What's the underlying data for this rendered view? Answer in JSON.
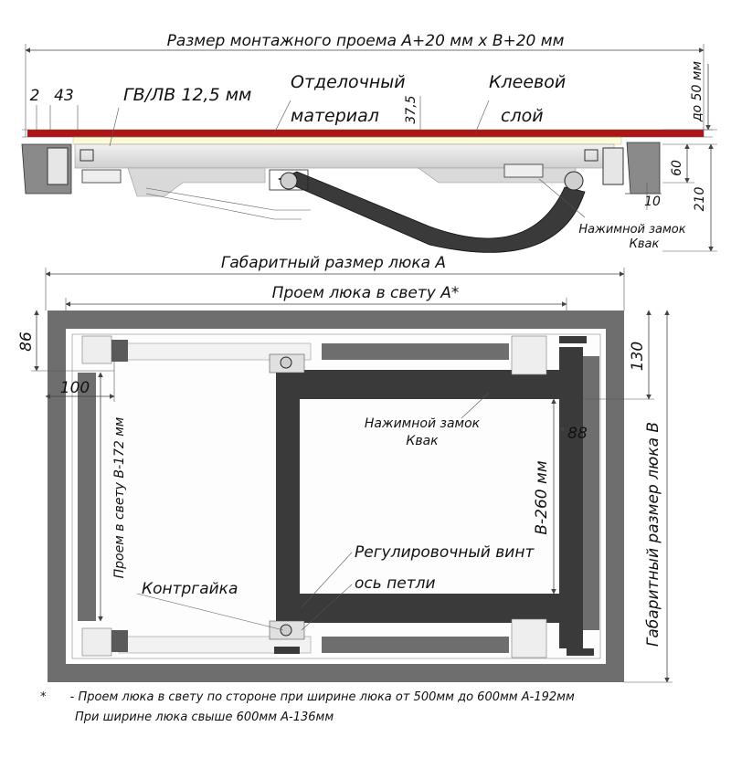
{
  "section_view": {
    "mounting_opening": "Размер монтажного проема А+20 мм х В+20 мм",
    "dim_2": "2",
    "dim_43": "43",
    "board_label": "ГВ/ЛВ 12,5 мм",
    "finishing_line1": "Отделочный",
    "finishing_line2": "материал",
    "dim_37_5": "37,5",
    "glue_line1": "Клеевой",
    "glue_line2": "слой",
    "up_to_50": "до 50 мм",
    "dim_60": "60",
    "dim_210": "210",
    "dim_10": "10",
    "lock_line1": "Нажимной замок",
    "lock_line2": "Квак"
  },
  "plan_view": {
    "overall_a": "Габаритный размер люка А",
    "clear_a": "Проем люка в свету А*",
    "dim_86": "86",
    "dim_100": "100",
    "dim_130": "130",
    "dim_88": "88",
    "clear_b": "Проем в свету В-172 мм",
    "overall_b": "Габаритный размер люка В",
    "lock_line1": "Нажимной замок",
    "lock_line2": "Квак",
    "b_260": "В-260 мм",
    "adjust_screw": "Регулировочный винт",
    "hinge_axis": "ось петли",
    "locknut": "Контргайка"
  },
  "footnote": {
    "star": "*",
    "line1": "- Проем люка в свету по стороне  при ширине люка от 500мм до 600мм А-192мм",
    "line2": "При ширине люка свыше 600мм А-136мм"
  },
  "colors": {
    "frame_gray": "#6e6e6e",
    "dark_bar": "#3a3a3a",
    "red_layer": "#b01515",
    "yellow_layer": "#fdfbd8",
    "light_gray": "#d9d9d9"
  }
}
